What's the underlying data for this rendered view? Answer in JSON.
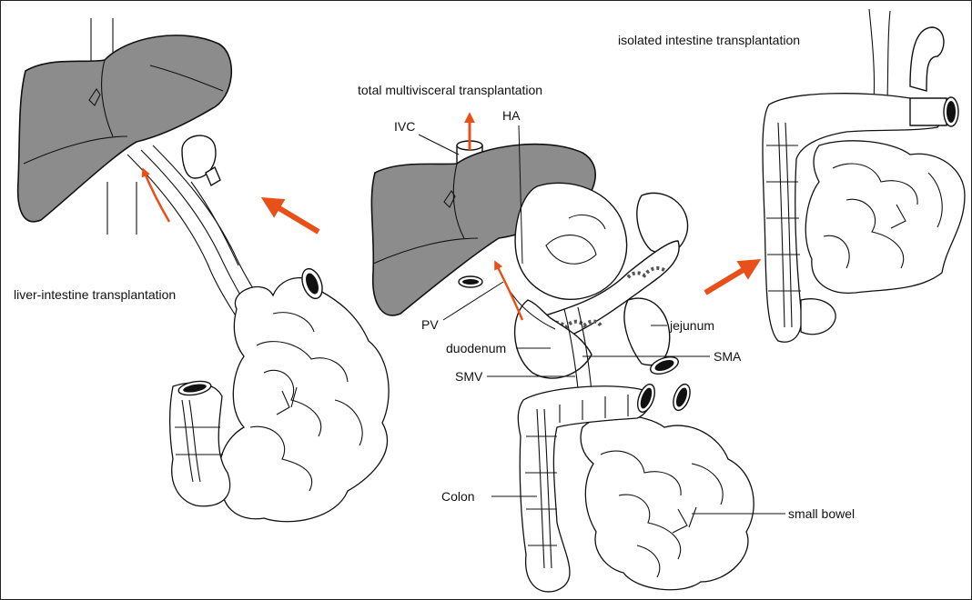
{
  "colors": {
    "arrow": "#e8501a",
    "liver": "#8c8c8c",
    "line": "#111111"
  },
  "labels": {
    "total_multivisceral": "total multivisceral transplantation",
    "isolated_intestine": "isolated intestine transplantation",
    "liver_intestine": "liver-intestine transplantation",
    "ivc": "IVC",
    "ha": "HA",
    "pv": "PV",
    "duodenum": "duodenum",
    "smv": "SMV",
    "jejunum": "jejunum",
    "sma": "SMA",
    "colon": "Colon",
    "small_bowel": "small bowel"
  }
}
